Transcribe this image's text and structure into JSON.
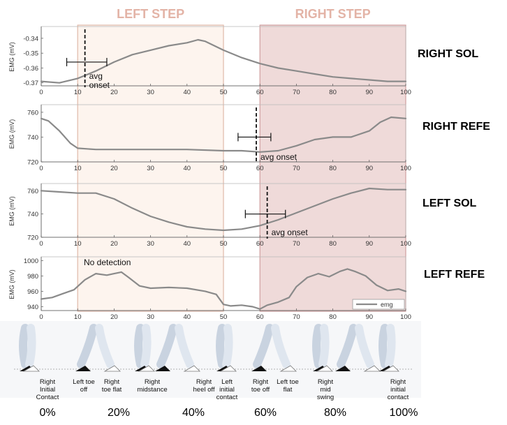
{
  "colors": {
    "left_step_fill": "#fdf4ee",
    "left_step_stroke": "#e0b9a9",
    "right_step_fill": "#efdad9",
    "right_step_stroke": "#cf9e9e",
    "step_title": "#e3b3a6",
    "trace": "#8a8a8a"
  },
  "regions": [
    {
      "label": "LEFT STEP",
      "x_start": 10,
      "x_end": 50
    },
    {
      "label": "RIGHT STEP",
      "x_start": 60,
      "x_end": 100
    }
  ],
  "chart_data": [
    {
      "type": "line",
      "muscle": "RIGHT SOL",
      "ylabel": "EMG (mV)",
      "xlim": [
        0,
        100
      ],
      "ylim": [
        -0.372,
        -0.333
      ],
      "xticks": [
        0,
        10,
        20,
        30,
        40,
        50,
        60,
        70,
        80,
        90,
        100
      ],
      "yticks": [
        -0.34,
        -0.35,
        -0.36,
        -0.37
      ],
      "ytick_labels": [
        "-0.34",
        "-0.35",
        "-0.36",
        "-0.37"
      ],
      "series": [
        {
          "x": [
            0,
            5,
            10,
            15,
            20,
            25,
            30,
            35,
            40,
            43,
            45,
            50,
            55,
            60,
            65,
            70,
            75,
            80,
            85,
            90,
            95,
            100
          ],
          "values": [
            -0.369,
            -0.37,
            -0.367,
            -0.362,
            -0.356,
            -0.351,
            -0.348,
            -0.345,
            -0.343,
            -0.341,
            -0.342,
            -0.348,
            -0.353,
            -0.357,
            -0.36,
            -0.362,
            -0.364,
            -0.366,
            -0.367,
            -0.368,
            -0.369,
            -0.369
          ]
        }
      ],
      "onset": {
        "x": 12,
        "err": [
          7,
          18
        ],
        "y_err": -0.356,
        "label": "avg onset",
        "label_lines": [
          "avg",
          "onset"
        ]
      }
    },
    {
      "type": "line",
      "muscle": "RIGHT REFE",
      "ylabel": "EMG (mV)",
      "xlim": [
        0,
        100
      ],
      "ylim": [
        720,
        765
      ],
      "xticks": [
        0,
        10,
        20,
        30,
        40,
        50,
        60,
        70,
        80,
        90,
        100
      ],
      "yticks": [
        760,
        740,
        720
      ],
      "ytick_labels": [
        "760",
        "740",
        "720"
      ],
      "series": [
        {
          "x": [
            0,
            2,
            5,
            8,
            10,
            15,
            20,
            30,
            40,
            50,
            55,
            60,
            65,
            70,
            75,
            80,
            85,
            90,
            93,
            96,
            100
          ],
          "values": [
            755,
            753,
            745,
            735,
            731,
            730,
            730,
            730,
            730,
            729,
            729,
            728,
            729,
            733,
            738,
            740,
            740,
            745,
            752,
            756,
            755
          ]
        }
      ],
      "onset": {
        "x": 59,
        "err": [
          54,
          63
        ],
        "y_err": 740,
        "label": "avg onset",
        "label_lines": [
          "avg onset"
        ]
      }
    },
    {
      "type": "line",
      "muscle": "LEFT SOL",
      "ylabel": "EMG (mV)",
      "xlim": [
        0,
        100
      ],
      "ylim": [
        720,
        765
      ],
      "xticks": [
        0,
        10,
        20,
        30,
        40,
        50,
        60,
        70,
        80,
        90,
        100
      ],
      "yticks": [
        760,
        740,
        720
      ],
      "ytick_labels": [
        "760",
        "740",
        "720"
      ],
      "series": [
        {
          "x": [
            0,
            5,
            10,
            15,
            20,
            25,
            30,
            35,
            40,
            45,
            50,
            55,
            60,
            65,
            70,
            75,
            80,
            85,
            90,
            95,
            100
          ],
          "values": [
            760,
            759,
            758,
            758,
            753,
            745,
            738,
            733,
            729,
            727,
            726,
            727,
            730,
            735,
            741,
            747,
            753,
            758,
            762,
            761,
            761
          ]
        }
      ],
      "onset": {
        "x": 62,
        "err": [
          56,
          67
        ],
        "y_err": 740,
        "label": "avg onset",
        "label_lines": [
          "avg onset"
        ]
      }
    },
    {
      "type": "line",
      "muscle": "LEFT REFE",
      "ylabel": "EMG (mV)",
      "xlim": [
        0,
        100
      ],
      "ylim": [
        935,
        1003
      ],
      "xticks": [
        0,
        10,
        20,
        30,
        40,
        50,
        60,
        70,
        80,
        90,
        100
      ],
      "yticks": [
        1000,
        980,
        960,
        940
      ],
      "ytick_labels": [
        "1000",
        "980",
        "960",
        "940"
      ],
      "series": [
        {
          "name": "emg",
          "x": [
            0,
            3,
            6,
            9,
            12,
            15,
            18,
            20,
            22,
            24,
            27,
            30,
            35,
            40,
            45,
            48,
            50,
            52,
            55,
            58,
            60,
            62,
            65,
            68,
            70,
            73,
            76,
            79,
            82,
            84,
            86,
            89,
            92,
            95,
            98,
            100
          ],
          "values": [
            950,
            952,
            957,
            962,
            975,
            983,
            981,
            983,
            985,
            978,
            967,
            964,
            965,
            964,
            960,
            956,
            943,
            941,
            942,
            940,
            937,
            942,
            946,
            952,
            966,
            978,
            983,
            979,
            986,
            989,
            986,
            980,
            968,
            961,
            963,
            960
          ]
        }
      ],
      "annotation": "No detection",
      "legend": "emg"
    }
  ],
  "gait_phases": [
    {
      "lines": [
        "Right",
        "Initial",
        "Contact"
      ]
    },
    {
      "lines": [
        "Left toe",
        "off"
      ]
    },
    {
      "lines": [
        "Right",
        "toe flat"
      ]
    },
    {
      "lines": [
        "Right",
        "midstance"
      ]
    },
    {
      "lines": [
        "Right",
        "heel off"
      ]
    },
    {
      "lines": [
        "Left",
        "initial",
        "contact"
      ]
    },
    {
      "lines": [
        "Right",
        "toe off"
      ]
    },
    {
      "lines": [
        "Left toe",
        "flat"
      ]
    },
    {
      "lines": [
        "Right",
        "mid",
        "swing"
      ]
    },
    {
      "lines": [
        "Right",
        "initial",
        "contact"
      ]
    }
  ],
  "percent_labels": [
    "0%",
    "20%",
    "40%",
    "60%",
    "80%",
    "100%"
  ]
}
